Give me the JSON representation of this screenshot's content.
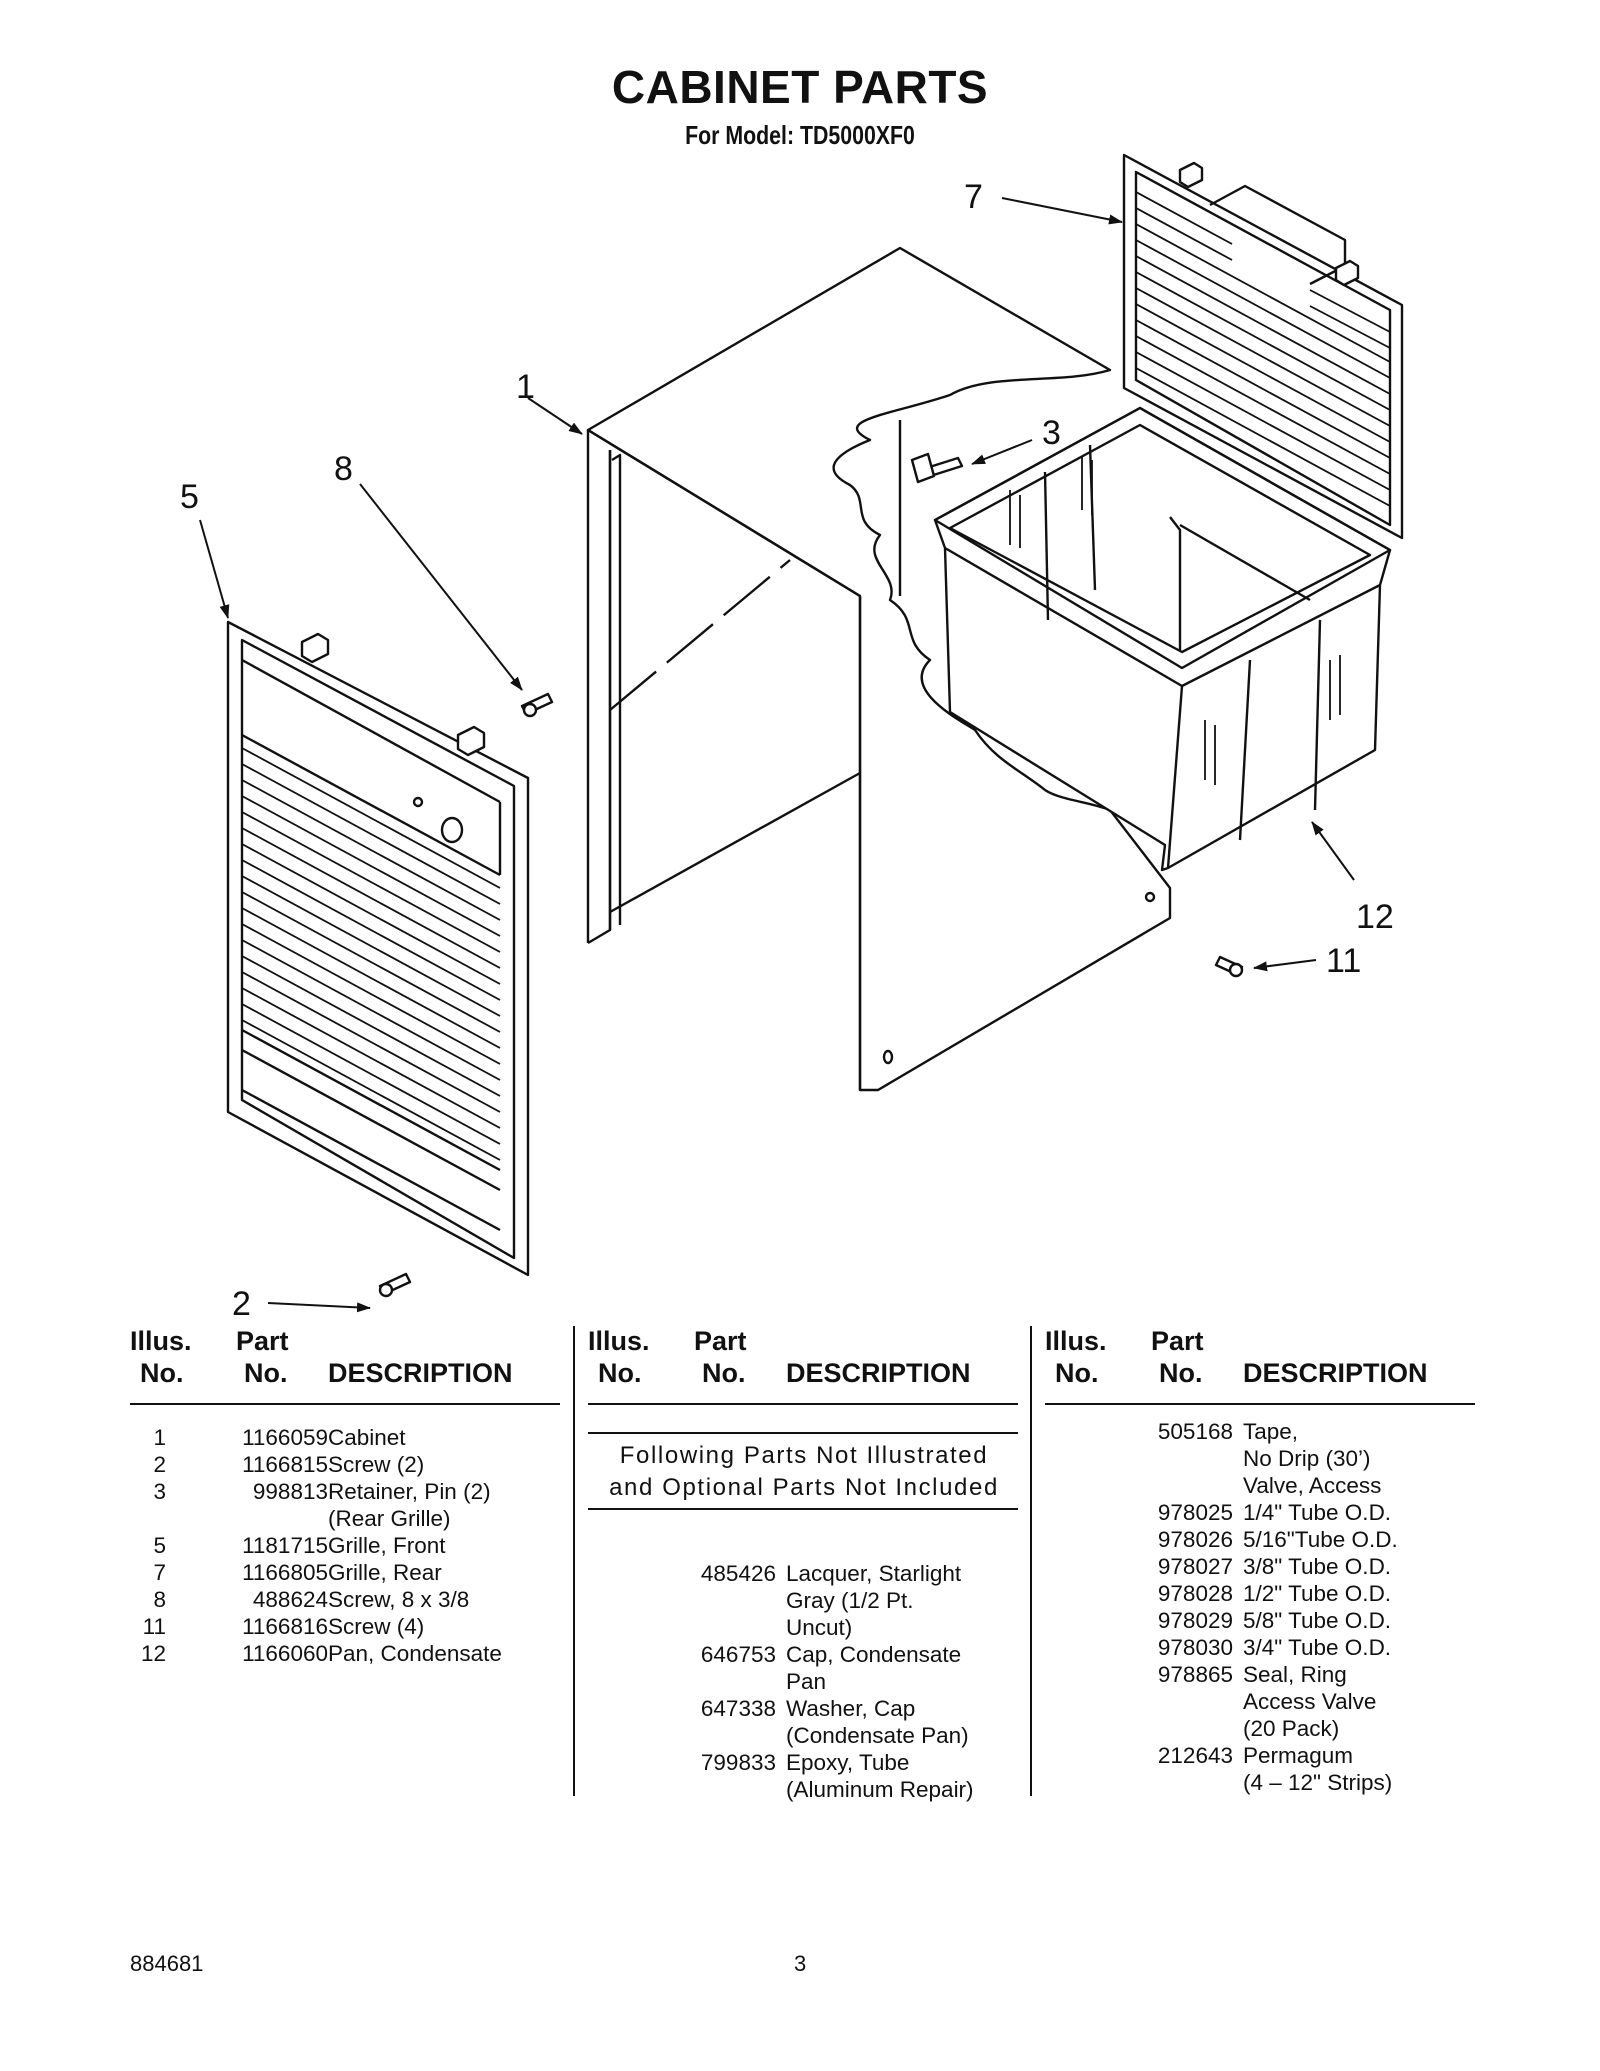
{
  "page": {
    "title": "CABINET PARTS",
    "subtitle": "For Model: TD5000XF0",
    "footer_left": "884681",
    "footer_page": "3"
  },
  "diagram": {
    "callouts": [
      "1",
      "2",
      "3",
      "5",
      "7",
      "8",
      "11",
      "12"
    ]
  },
  "table": {
    "headers": {
      "illus_line1": "Illus.",
      "illus_line2": "No.",
      "part_line1": "Part",
      "part_line2": "No.",
      "description": "DESCRIPTION"
    },
    "col1": [
      {
        "illus": "1",
        "part": "1166059",
        "desc": [
          "Cabinet"
        ]
      },
      {
        "illus": "2",
        "part": "1166815",
        "desc": [
          "Screw (2)"
        ]
      },
      {
        "illus": "3",
        "part": "998813",
        "desc": [
          "Retainer, Pin (2)",
          "(Rear Grille)"
        ]
      },
      {
        "illus": "5",
        "part": "1181715",
        "desc": [
          "Grille, Front"
        ]
      },
      {
        "illus": "7",
        "part": "1166805",
        "desc": [
          "Grille, Rear"
        ]
      },
      {
        "illus": "8",
        "part": "488624",
        "desc": [
          "Screw, 8 x 3/8"
        ]
      },
      {
        "illus": "11",
        "part": "1166816",
        "desc": [
          "Screw (4)"
        ]
      },
      {
        "illus": "12",
        "part": "1166060",
        "desc": [
          "Pan, Condensate"
        ]
      }
    ],
    "notice": [
      "Following Parts Not Illustrated",
      "and Optional Parts Not Included"
    ],
    "col2": [
      {
        "part": "485426",
        "desc": [
          "Lacquer, Starlight",
          "Gray (1/2 Pt.",
          "Uncut)"
        ]
      },
      {
        "part": "646753",
        "desc": [
          "Cap, Condensate",
          "Pan"
        ]
      },
      {
        "part": "647338",
        "desc": [
          "Washer, Cap",
          "(Condensate Pan)"
        ]
      },
      {
        "part": "799833",
        "desc": [
          "Epoxy, Tube",
          "(Aluminum Repair)"
        ]
      }
    ],
    "col3": [
      {
        "part": "505168",
        "desc": [
          "Tape,",
          "No Drip (30’)",
          "Valve, Access"
        ]
      },
      {
        "part": "978025",
        "desc": [
          "1/4\" Tube O.D."
        ]
      },
      {
        "part": "978026",
        "desc": [
          "5/16\"Tube O.D."
        ]
      },
      {
        "part": "978027",
        "desc": [
          "3/8\" Tube O.D."
        ]
      },
      {
        "part": "978028",
        "desc": [
          "1/2\" Tube O.D."
        ]
      },
      {
        "part": "978029",
        "desc": [
          "5/8\" Tube O.D."
        ]
      },
      {
        "part": "978030",
        "desc": [
          "3/4\" Tube O.D."
        ]
      },
      {
        "part": "978865",
        "desc": [
          "Seal, Ring",
          "Access Valve",
          "(20 Pack)"
        ]
      },
      {
        "part": "212643",
        "desc": [
          "Permagum",
          "(4 – 12\" Strips)"
        ]
      }
    ]
  }
}
